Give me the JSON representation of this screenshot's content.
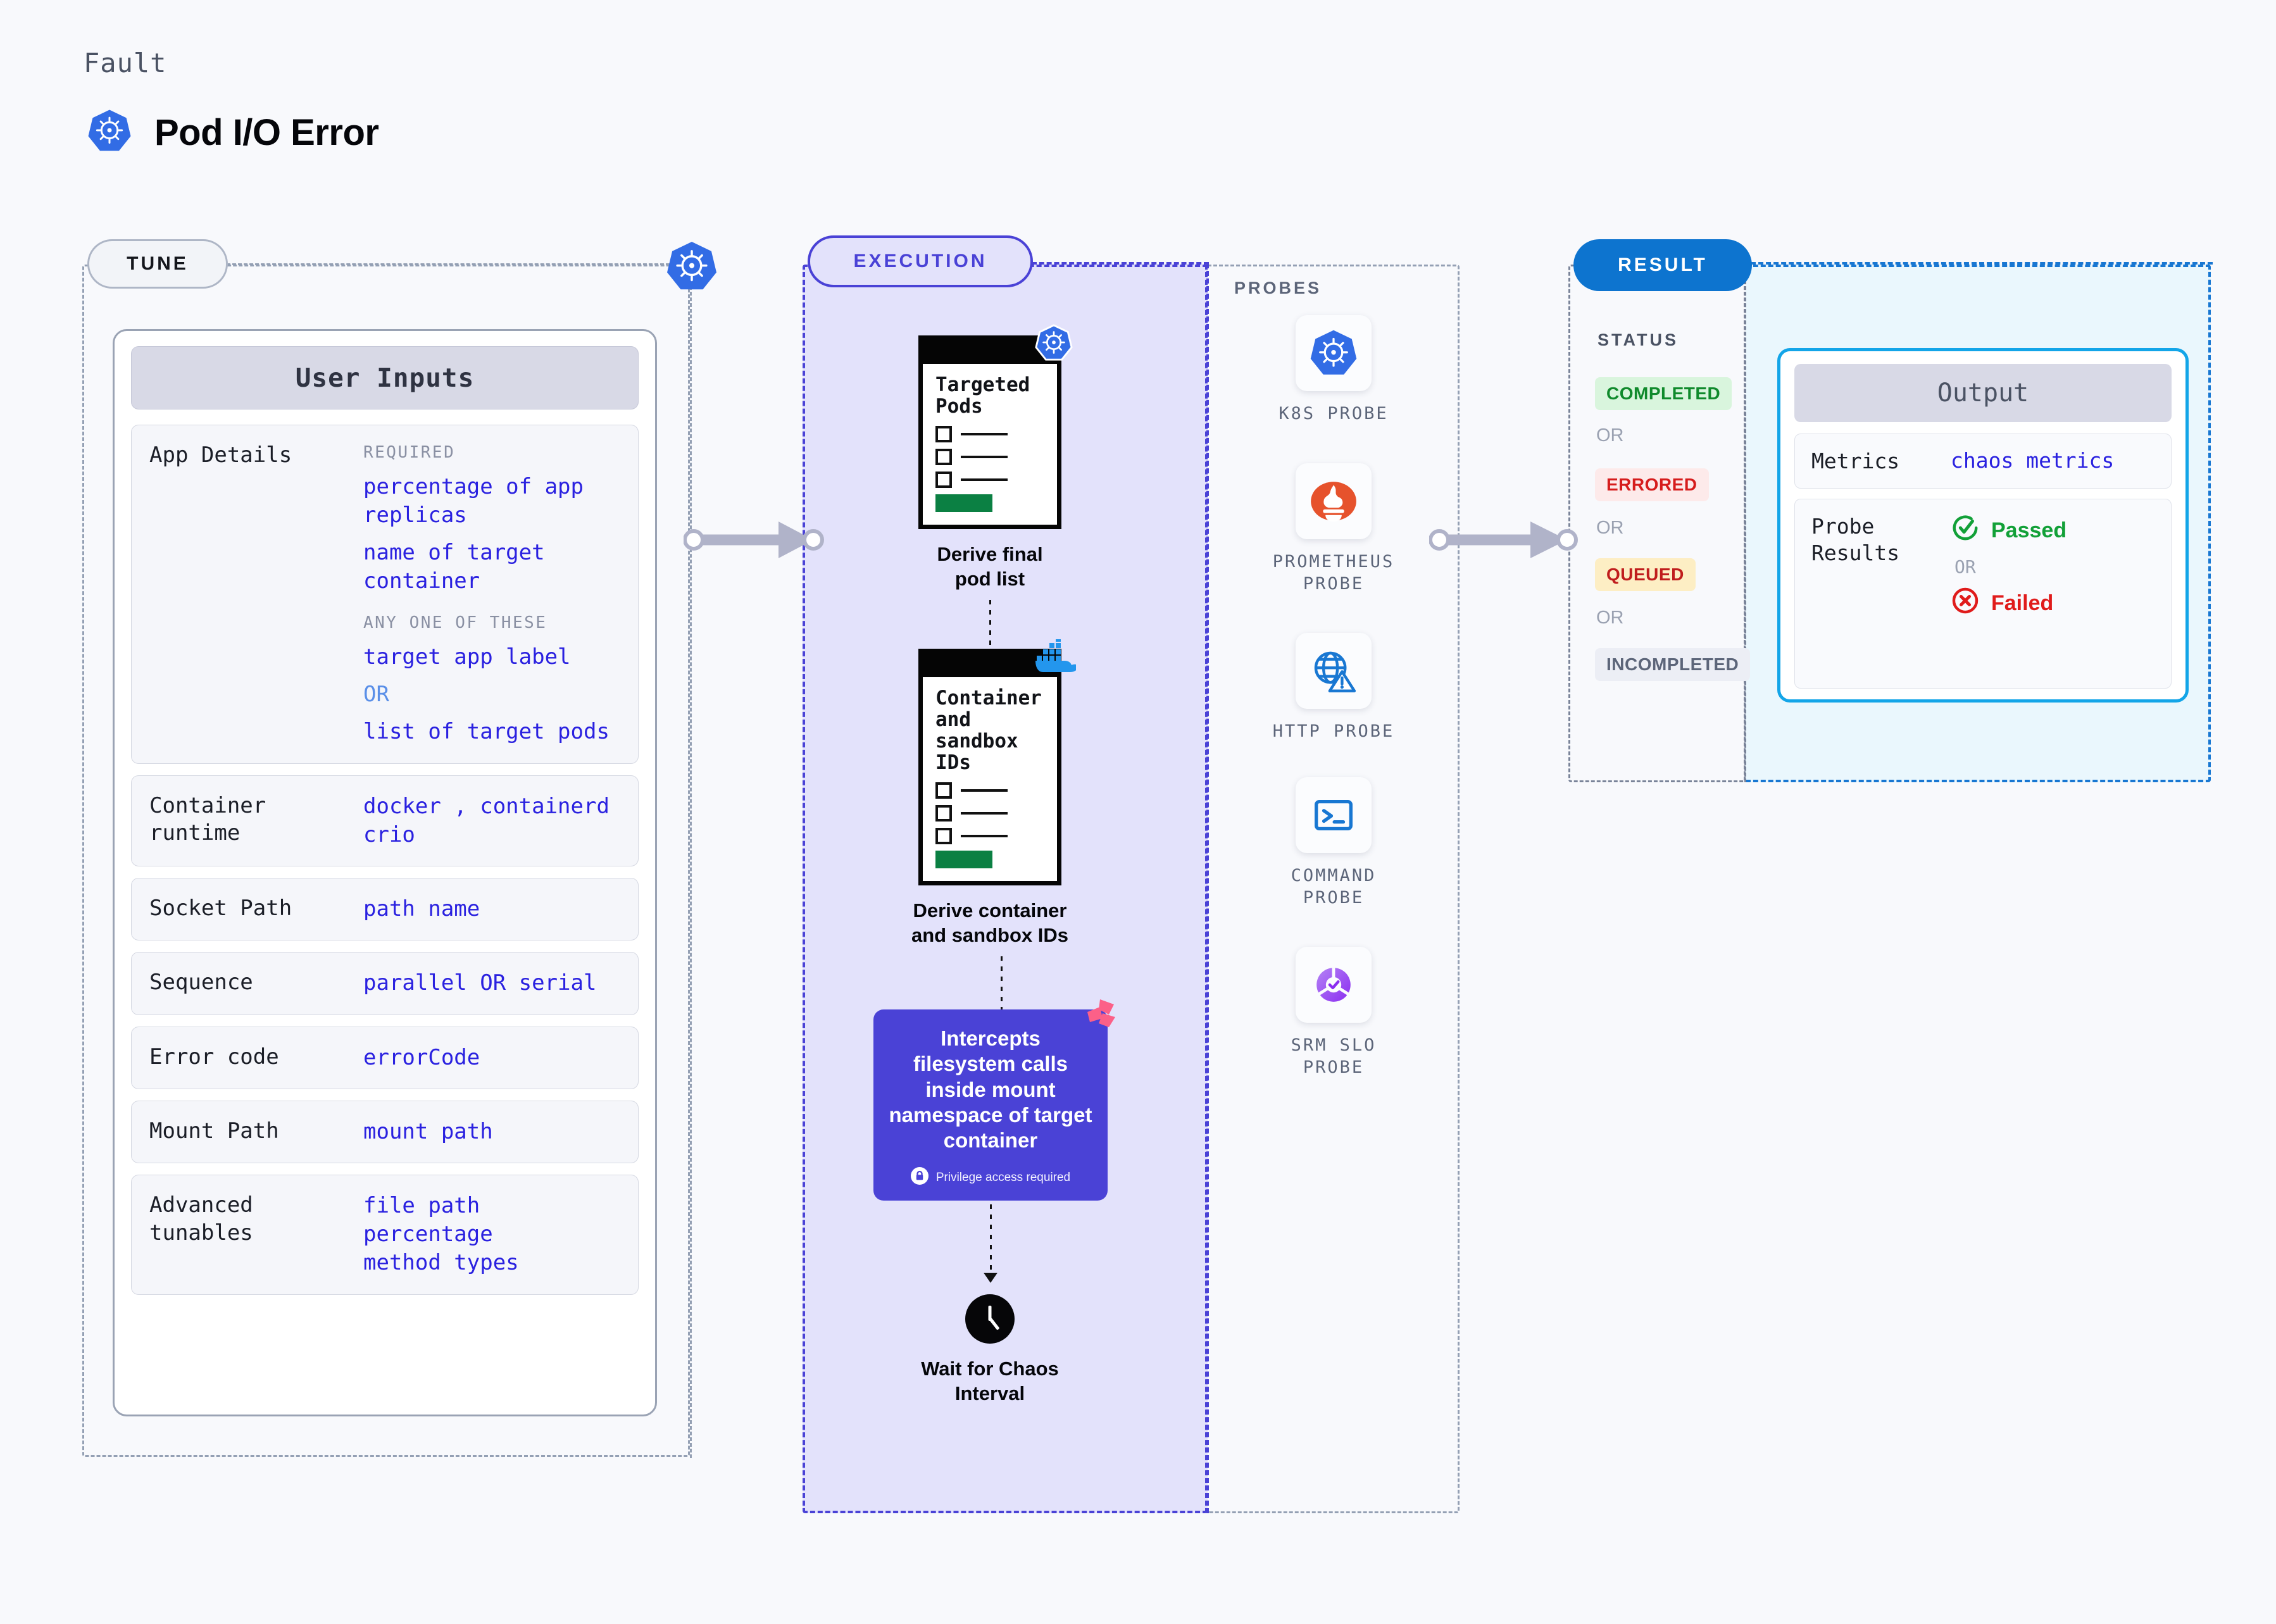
{
  "header": {
    "eyebrow": "Fault",
    "title": "Pod I/O Error",
    "icon": "kubernetes-icon"
  },
  "stages": {
    "tune": "TUNE",
    "execution": "EXECUTION",
    "result": "RESULT"
  },
  "tune": {
    "card_title": "User Inputs",
    "rows": [
      {
        "label": "App Details",
        "groups": [
          {
            "caption": "REQUIRED",
            "values": [
              "percentage of app replicas",
              "name of target container"
            ]
          },
          {
            "caption": "ANY ONE OF THESE",
            "values": [
              "target app label",
              "OR",
              "list of target pods"
            ]
          }
        ]
      },
      {
        "label": "Container runtime",
        "values": [
          "docker , containerd",
          "crio"
        ]
      },
      {
        "label": "Socket Path",
        "values": [
          "path name"
        ]
      },
      {
        "label": "Sequence",
        "values": [
          "parallel OR serial"
        ]
      },
      {
        "label": "Error code",
        "values": [
          "errorCode"
        ]
      },
      {
        "label": "Mount Path",
        "values": [
          "mount path"
        ]
      },
      {
        "label": "Advanced tunables",
        "values": [
          "file path",
          "percentage",
          "method types"
        ]
      }
    ]
  },
  "execution": {
    "nodes": [
      {
        "card_title": "Targeted Pods",
        "badge": "kubernetes-icon",
        "label": "Derive final pod list"
      },
      {
        "card_title": "Container and sandbox IDs",
        "badge": "docker-icon",
        "label": "Derive container and sandbox IDs"
      }
    ],
    "action": {
      "text": "Intercepts filesystem calls inside mount namespace of target container",
      "privilege": "Privilege access required",
      "privilege_icon": "lock-icon",
      "corner_icon": "litmus-icon"
    },
    "wait": {
      "icon": "clock-icon",
      "label": "Wait for Chaos Interval"
    }
  },
  "probes": {
    "title": "PROBES",
    "items": [
      {
        "label": "K8S PROBE",
        "icon": "kubernetes-icon"
      },
      {
        "label": "PROMETHEUS PROBE",
        "icon": "prometheus-icon"
      },
      {
        "label": "HTTP PROBE",
        "icon": "globe-warning-icon"
      },
      {
        "label": "COMMAND PROBE",
        "icon": "terminal-icon"
      },
      {
        "label": "SRM SLO PROBE",
        "icon": "slo-donut-icon"
      }
    ]
  },
  "result": {
    "status_title": "STATUS",
    "or_label": "OR",
    "statuses": [
      {
        "label": "COMPLETED",
        "bg": "#d9f5dd",
        "fg": "#108a2c"
      },
      {
        "label": "ERRORED",
        "bg": "#fdeaea",
        "fg": "#d61d1d"
      },
      {
        "label": "QUEUED",
        "bg": "#fdeec4",
        "fg": "#c01d1d"
      },
      {
        "label": "INCOMPLETED",
        "bg": "#eceef5",
        "fg": "#5c6579"
      }
    ]
  },
  "output": {
    "card_title": "Output",
    "metrics_label": "Metrics",
    "metrics_value": "chaos metrics",
    "probe_results_label": "Probe Results",
    "passed": "Passed",
    "failed": "Failed",
    "or_label": "OR"
  },
  "colors": {
    "accent_purple": "#4a42d6",
    "accent_blue": "#0d74cf",
    "k8s_blue": "#326ce5",
    "docker_blue": "#2396ed",
    "prometheus_orange": "#e6522c",
    "litmus_pink": "#fc6088",
    "green": "#0b8043"
  }
}
